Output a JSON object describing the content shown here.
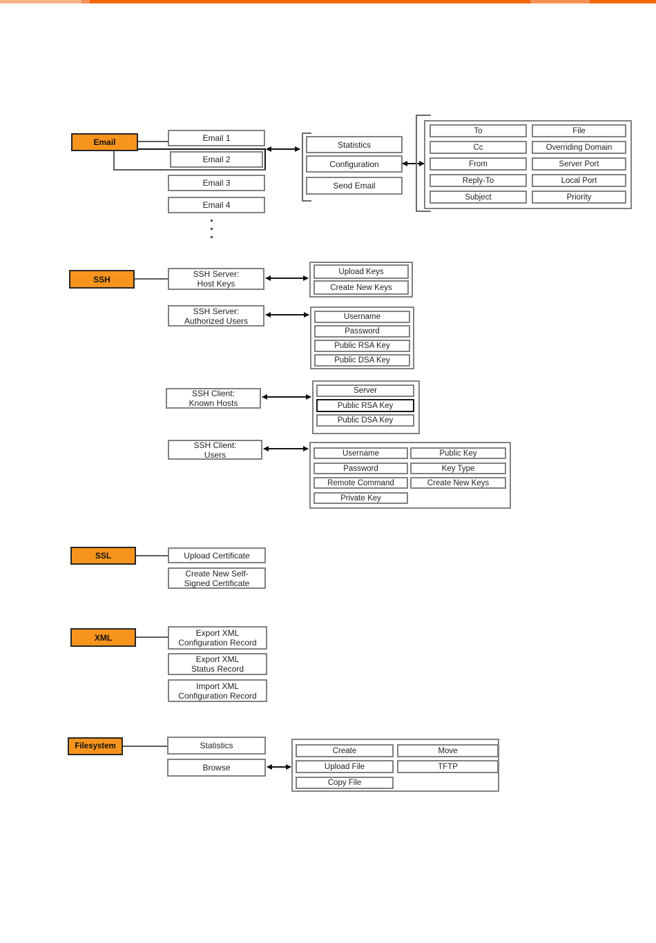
{
  "colors": {
    "accent_orange": "#F7941D",
    "rule_orange": "#F1650D",
    "border_gray": "#808080",
    "highlight_black": "#141414"
  },
  "diagram": {
    "email": {
      "menu": "Email",
      "pages": [
        "Email 1",
        "Email 2",
        "Email 3",
        "Email 4"
      ],
      "ellipsis_dots": 3,
      "subpages": [
        "Statistics",
        "Configuration",
        "Send Email"
      ],
      "config_fields": {
        "left": [
          "To",
          "Cc",
          "From",
          "Reply-To",
          "Subject"
        ],
        "right": [
          "File",
          "Overriding Domain",
          "Server Port",
          "Local Port",
          "Priority"
        ]
      }
    },
    "ssh": {
      "menu": "SSH",
      "host_keys": {
        "line1": "SSH Server:",
        "line2": "Host Keys",
        "items": [
          "Upload Keys",
          "Create New Keys"
        ]
      },
      "authorized_users": {
        "line1": "SSH Server:",
        "line2": "Authorized Users",
        "items": [
          "Username",
          "Password",
          "Public RSA Key",
          "Public DSA Key"
        ]
      },
      "known_hosts": {
        "line1": "SSH Client:",
        "line2": "Known Hosts",
        "items": [
          "Server",
          "Public RSA Key",
          "Public DSA Key"
        ]
      },
      "users": {
        "line1": "SSH Client:",
        "line2": "Users",
        "items_left": [
          "Username",
          "Password",
          "Remote Command",
          "Private Key"
        ],
        "items_right": [
          "Public Key",
          "Key Type",
          "Create New Keys"
        ]
      }
    },
    "ssl": {
      "menu": "SSL",
      "upload_certificate": "Upload Certificate",
      "create_certificate": {
        "line1": "Create New Self-",
        "line2": "Signed Certificate"
      }
    },
    "xml": {
      "menu": "XML",
      "pages": [
        {
          "line1": "Export XML",
          "line2": "Configuration Record"
        },
        {
          "line1": "Export XML",
          "line2": "Status Record"
        },
        {
          "line1": "Import XML",
          "line2": "Configuration Record"
        }
      ]
    },
    "filesystem": {
      "menu": "Filesystem",
      "pages": [
        "Statistics",
        "Browse"
      ],
      "browse_items": {
        "left": [
          "Create",
          "Upload File",
          "Copy File"
        ],
        "right": [
          "Move",
          "TFTP"
        ]
      }
    }
  }
}
